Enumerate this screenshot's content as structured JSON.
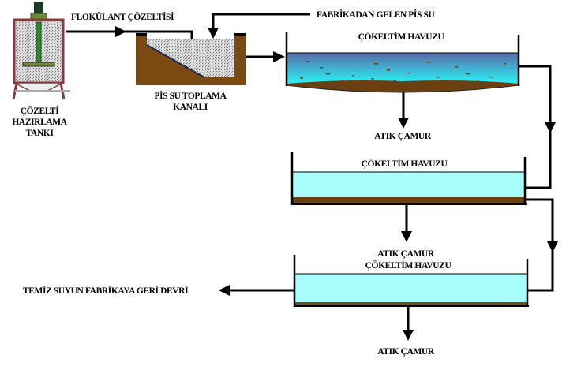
{
  "title": "Atık su arıtma ve geri devir akış şeması",
  "colors": {
    "line": "#000000",
    "channel_body": "#7a4a12",
    "sludge": "#6b3f10",
    "clear_water": "#a8fdfd",
    "turbid_water_top": "#5a6aa8",
    "turbid_water_bottom": "#2ee8f0",
    "tank_frame": "#8a3a3a",
    "mixer_shaft": "#2f8a2f",
    "mixer_motor": "#1e3a22"
  },
  "labels": {
    "prep_tank": [
      "ÇÖZELTİ",
      "HAZIRLAMA",
      "TANKI"
    ],
    "flocculant": "FLOKÜLANT ÇÖZELTİSİ",
    "factory_inflow": "FABRİKADAN GELEN PİS SU",
    "collection_channel": [
      "PİS SU TOPLAMA",
      "KANALI"
    ],
    "settling_pond_1": "ÇÖKELTİM HAVUZU",
    "sludge_1": "ATIK ÇAMUR",
    "settling_pond_2": "ÇÖKELTİM HAVUZU",
    "sludge_2": "ATIK ÇAMUR",
    "settling_pond_3": "ÇÖKELTİM HAVUZU",
    "sludge_3": "ATIK ÇAMUR",
    "recycle": "TEMİZ SUYUN FABRİKAYA GERİ DEVRİ"
  }
}
